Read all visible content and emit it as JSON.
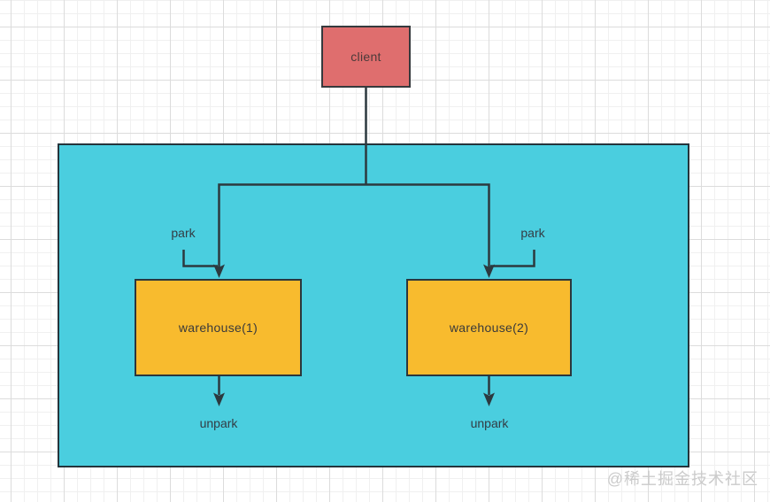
{
  "nodes": {
    "client": "client",
    "warehouse1": "warehouse(1)",
    "warehouse2": "warehouse(2)"
  },
  "labels": {
    "park_left": "park",
    "park_right": "park",
    "unpark_left": "unpark",
    "unpark_right": "unpark"
  },
  "watermark": "@稀土掘金技术社区",
  "colors": {
    "client_fill": "#DF6E6E",
    "warehouse_fill": "#F8BB2E",
    "container_fill": "#4ACEDF",
    "stroke": "#2C393F",
    "grid_minor": "#F0F0F0",
    "grid_major": "#DCDCDC",
    "watermark_text": "#CBCBCB"
  }
}
